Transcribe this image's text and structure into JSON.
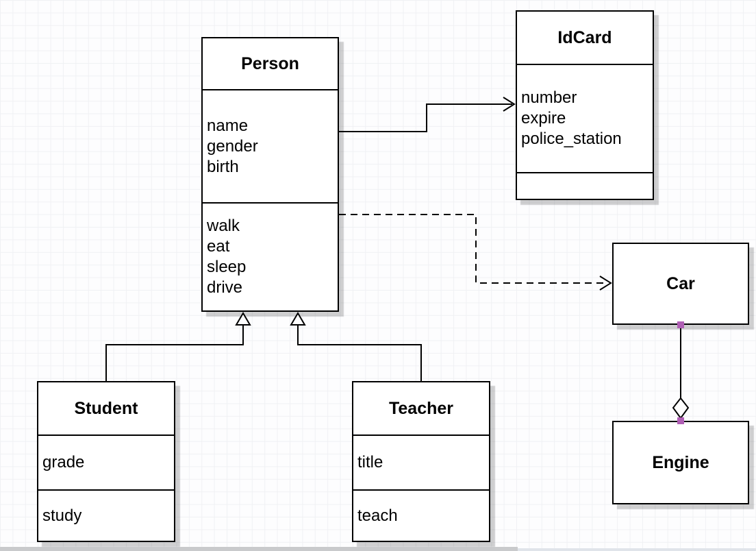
{
  "diagram_type": "uml-class-diagram",
  "colors": {
    "class_border": "#000000",
    "class_fill": "#ffffff",
    "edge_stroke": "#000000",
    "endpoint_handle": "#b05fb5",
    "grid_line": "#f0f1f4",
    "canvas_bg": "#fdfdfe"
  },
  "classes": {
    "person": {
      "title": "Person",
      "attributes": [
        "name",
        "gender",
        "birth"
      ],
      "methods": [
        "walk",
        "eat",
        "sleep",
        "drive"
      ]
    },
    "idcard": {
      "title": "IdCard",
      "attributes": [
        "number",
        "expire",
        "police_station"
      ],
      "methods": []
    },
    "car": {
      "title": "Car"
    },
    "engine": {
      "title": "Engine"
    },
    "student": {
      "title": "Student",
      "attributes": [
        "grade"
      ],
      "methods": [
        "study"
      ]
    },
    "teacher": {
      "title": "Teacher",
      "attributes": [
        "title"
      ],
      "methods": [
        "teach"
      ]
    }
  },
  "relationships": [
    {
      "from": "Person",
      "to": "IdCard",
      "type": "association",
      "style": "solid-open-arrow"
    },
    {
      "from": "Person",
      "to": "Car",
      "type": "dependency",
      "style": "dashed-open-arrow"
    },
    {
      "from": "Student",
      "to": "Person",
      "type": "generalization",
      "style": "solid-hollow-triangle"
    },
    {
      "from": "Teacher",
      "to": "Person",
      "type": "generalization",
      "style": "solid-hollow-triangle"
    },
    {
      "from": "Engine",
      "to": "Car",
      "type": "aggregation",
      "style": "solid-hollow-diamond",
      "selected_endpoints": true
    }
  ]
}
